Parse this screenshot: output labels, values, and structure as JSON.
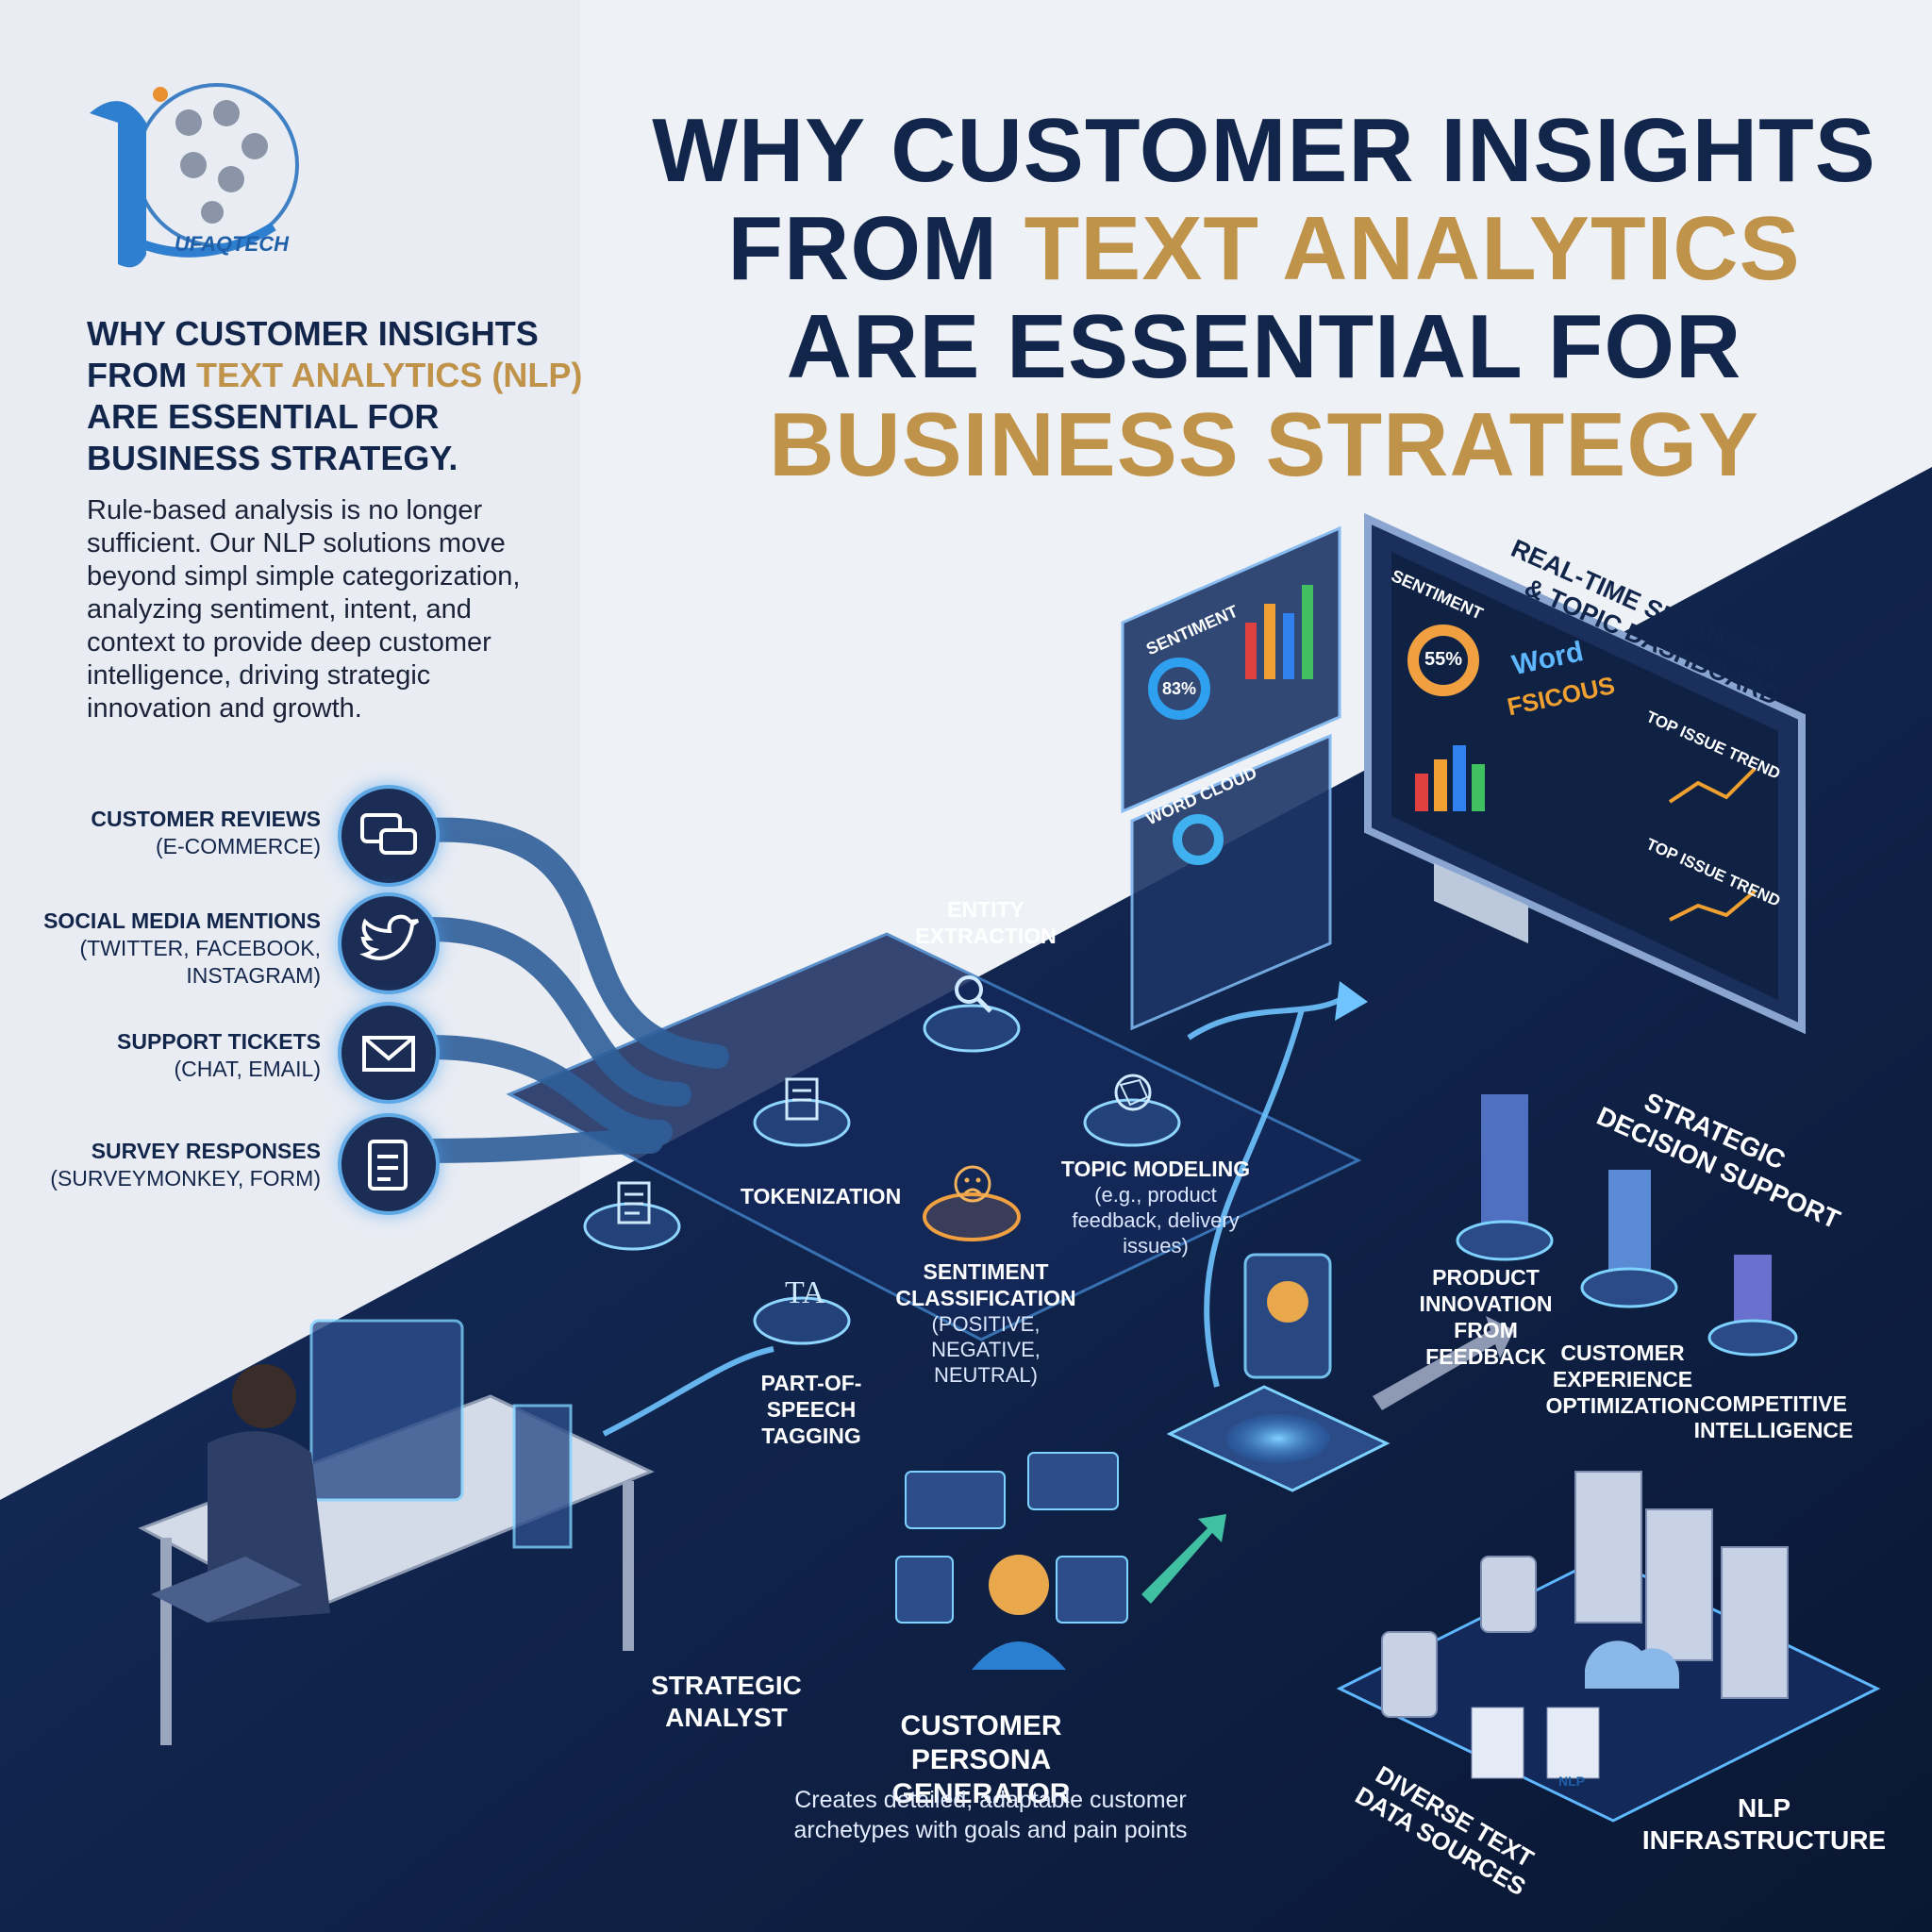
{
  "brand": {
    "name": "UFAQTECH"
  },
  "header": {
    "line1": "WHY CUSTOMER INSIGHTS",
    "line2_a": "FROM ",
    "line2_b": "TEXT ANALYTICS",
    "line3": "ARE ESSENTIAL FOR",
    "line4": "BUSINESS STRATEGY"
  },
  "intro": {
    "title_1": "WHY CUSTOMER INSIGHTS",
    "title_2a": "FROM ",
    "title_2b": "TEXT ANALYTICS (NLP)",
    "title_3": "ARE ESSENTIAL FOR",
    "title_4": "BUSINESS STRATEGY.",
    "body": "Rule-based analysis is no longer sufficient. Our NLP solutions move beyond simpl simple categorization, analyzing sentiment, intent, and context to provide deep customer intelligence, driving strategic innovation and growth."
  },
  "sources": [
    {
      "title": "CUSTOMER REVIEWS",
      "sub": "(E-COMMERCE)"
    },
    {
      "title": "SOCIAL MEDIA MENTIONS",
      "sub": "(TWITTER, FACEBOOK, INSTAGRAM)"
    },
    {
      "title": "SUPPORT TICKETS",
      "sub": "(CHAT, EMAIL)"
    },
    {
      "title": "SURVEY RESPONSES",
      "sub": "(SURVEYMONKEY, FORM)"
    }
  ],
  "pipeline": {
    "entity": "ENTITY EXTRACTION",
    "tokenization": "TOKENIZATION",
    "topic": "TOPIC MODELING",
    "topic_sub": "(e.g., product feedback, delivery issues)",
    "sentiment": "SENTIMENT CLASSIFICATION",
    "sentiment_sub": "(POSITIVE, NEGATIVE, NEUTRAL)",
    "pos": "PART-OF-SPEECH TAGGING"
  },
  "dashboard": {
    "title_1": "REAL-TIME SENTIMENT",
    "title_2": "& TOPIC DASHBOARD",
    "panel_sentiment": "SENTIMENT",
    "panel_sentiment_pct": "55%",
    "panel_small_sentiment": "SENTIMENT",
    "panel_small_pct": "83%",
    "panel_wordcloud": "WORD CLOUD",
    "panel_trend1": "TOP ISSUE TREND",
    "panel_trend2": "TOP ISSUE TREND",
    "word1": "Word",
    "word2": "FSICOUS"
  },
  "decision": {
    "title_1": "STRATEGIC",
    "title_2": "DECISION SUPPORT",
    "items": [
      "PRODUCT INNOVATION FROM FEEDBACK",
      "CUSTOMER EXPERIENCE OPTIMIZATION",
      "COMPETITIVE INTELLIGENCE"
    ]
  },
  "analyst": {
    "label": "STRATEGIC ANALYST"
  },
  "persona": {
    "title": "CUSTOMER PERSONA GENERATOR",
    "desc": "Creates detailed, adaptable customer archetypes with goals and pain points"
  },
  "infra": {
    "sources_label": "DIVERSE TEXT DATA SOURCES",
    "nlp_label": "NLP INFRASTRUCTURE",
    "doc_badge": "NLP"
  },
  "colors": {
    "navy": "#12254a",
    "gold": "#c0934a",
    "glow": "#5fb8ff",
    "dark_bg": "#0e1d3d"
  }
}
